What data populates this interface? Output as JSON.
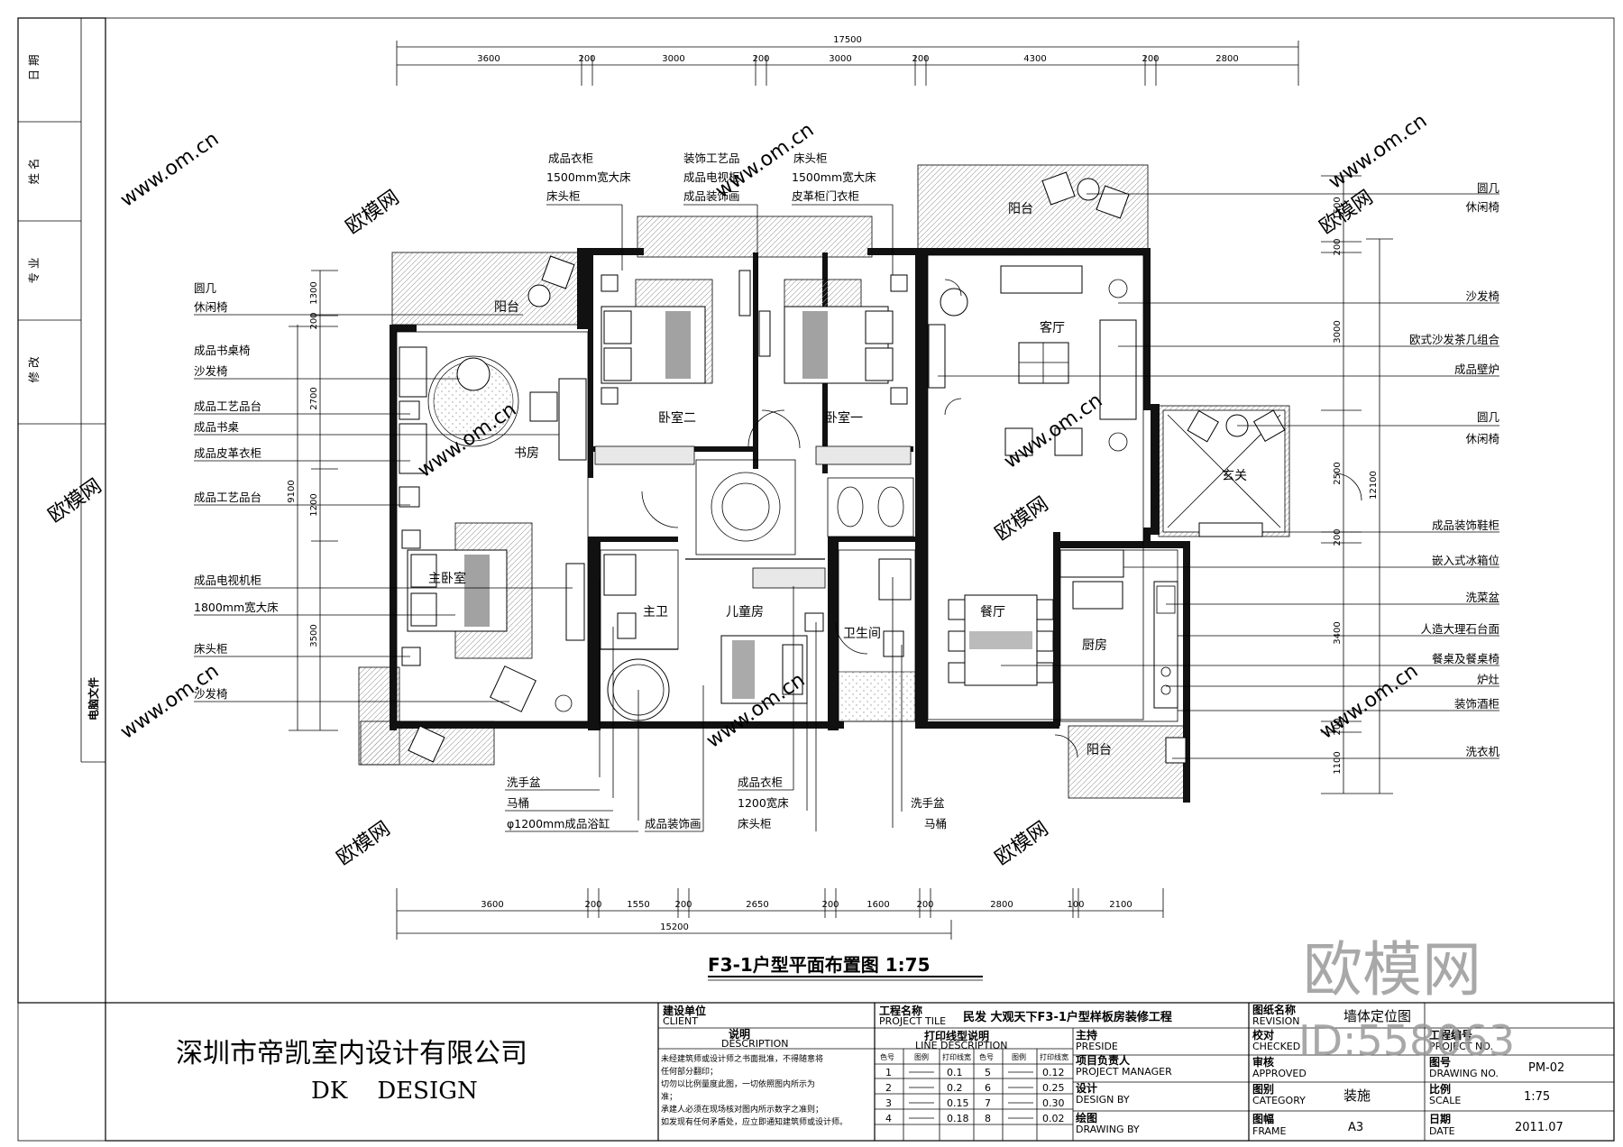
{
  "side_column": [
    "日 期",
    "姓 名",
    "专 业",
    "修 改"
  ],
  "side_file": "电脑文件",
  "dims_top": {
    "total": "17500",
    "segments": [
      "3600",
      "200",
      "3000",
      "200",
      "3000",
      "200",
      "4300",
      "200",
      "2800"
    ]
  },
  "dims_bottom": {
    "total": "15200",
    "segments": [
      "3600",
      "200",
      "1550",
      "200",
      "2650",
      "200",
      "1600",
      "200",
      "2800",
      "100",
      "2100"
    ]
  },
  "dims_left": [
    "1300",
    "200",
    "2700",
    "1200",
    "3500",
    "9100"
  ],
  "dims_right": [
    "1500",
    "200",
    "3000",
    "2500",
    "200",
    "3400",
    "200",
    "1100",
    "12100"
  ],
  "labels_top": {
    "col1": [
      "成品衣柜",
      "1500mm宽大床",
      "床头柜"
    ],
    "col2": [
      "装饰工艺品",
      "成品电视柜",
      "成品装饰画"
    ],
    "col3": [
      "床头柜",
      "1500mm宽大床",
      "皮革柜门衣柜"
    ]
  },
  "labels_left": [
    "圆几",
    "休闲椅",
    "成品书桌椅",
    "沙发椅",
    "成品工艺品台",
    "成品书桌",
    "成品皮革衣柜",
    "成品工艺品台",
    "成品电视机柜",
    "1800mm宽大床",
    "床头柜",
    "沙发椅"
  ],
  "labels_right": [
    "圆几",
    "休闲椅",
    "沙发椅",
    "欧式沙发茶几组合",
    "成品壁炉",
    "圆几",
    "休闲椅",
    "成品装饰鞋柜",
    "嵌入式冰箱位",
    "洗菜盆",
    "人造大理石台面",
    "餐桌及餐桌椅",
    "炉灶",
    "装饰酒柜",
    "洗衣机"
  ],
  "labels_bottom": {
    "col1": [
      "洗手盆",
      "马桶",
      "φ1200mm成品浴缸"
    ],
    "col2": [
      "成品装饰画"
    ],
    "col3": [
      "成品衣柜",
      "1200宽床",
      "床头柜"
    ],
    "col4": [
      "洗手盆",
      "马桶"
    ]
  },
  "rooms": {
    "balcony_a": "阳台",
    "balcony_b": "阳台",
    "balcony_c": "阳台",
    "living": "客厅",
    "bed1": "卧室一",
    "bed2": "卧室二",
    "study": "书房",
    "foyer": "玄关",
    "master": "主卧室",
    "master_bath": "主卫",
    "kids": "儿童房",
    "bath": "卫生间",
    "dining": "餐厅",
    "kitchen": "厨房"
  },
  "drawing_title": "F3-1户型平面布置图  1:75",
  "company": {
    "name": "深圳市帝凯室内设计有限公司",
    "english": "DK    DESIGN"
  },
  "title_block": {
    "client_cn": "建设单位",
    "client_en": "CLIENT",
    "desc_cn": "说明",
    "desc_en": "DESCRIPTION",
    "desc_text": [
      "未经建筑师或设计师之书面批准，不得随意将",
      "任何部分翻印；",
      "切勿以比例量度此图，一切依照图内所示为",
      "准；",
      "承建人必须在现场核对图内所示数字之准则；",
      "如发现有任何矛盾处，应立即通知建筑师或设计师。"
    ],
    "project_cn": "工程名称",
    "project_en": "PROJECT TILE",
    "project_name": "民发 大观天下F3-1户型样板房装修工程",
    "line_cn": "打印线型说明",
    "line_en": "LINE DESCRIPTION",
    "line_headers": [
      "色号",
      "图例",
      "打印线宽",
      "色号",
      "图例",
      "打印线宽"
    ],
    "line_rows": [
      [
        "1",
        "0.1",
        "5",
        "0.12"
      ],
      [
        "2",
        "0.2",
        "6",
        "0.25"
      ],
      [
        "3",
        "0.15",
        "7",
        "0.30"
      ],
      [
        "4",
        "0.18",
        "8",
        "0.02"
      ]
    ],
    "roles": [
      [
        "主持",
        "PRESIDE"
      ],
      [
        "项目负责人",
        "PROJECT MANAGER"
      ],
      [
        "设计",
        "DESIGN BY"
      ],
      [
        "绘图",
        "DRAWING BY"
      ]
    ],
    "sheet_cn": "图纸名称",
    "sheet_en": "REVISION",
    "sheet_name": "墙体定位图",
    "checked_cn": "校对",
    "checked_en": "CHECKED",
    "approved_cn": "审核",
    "approved_en": "APPROVED",
    "category_cn": "图别",
    "category_en": "CATEGORY",
    "category": "装施",
    "frame_cn": "图幅",
    "frame_en": "FRAME",
    "frame": "A3",
    "projno_cn": "工程编号",
    "projno_en": "PROJECT NO.",
    "drawno_cn": "图号",
    "drawno_en": "DRAWING NO.",
    "drawno": "PM-02",
    "scale_cn": "比例",
    "scale_en": "SCALE",
    "scale": "1:75",
    "date_cn": "日期",
    "date_en": "DATE",
    "date": "2011.07"
  },
  "watermark": {
    "brand": "欧模网",
    "id": "ID:558063",
    "site": "www.om.cn"
  }
}
